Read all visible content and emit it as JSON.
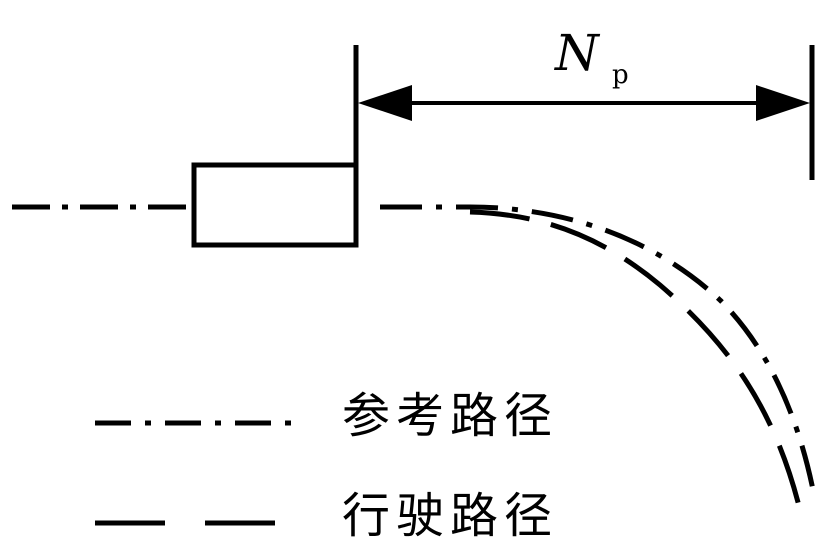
{
  "horizon_label": "N",
  "horizon_subscript": "p",
  "legend": [
    {
      "line_style": "dash-dot",
      "label": "参考路径"
    },
    {
      "line_style": "dashed",
      "label": "行驶路径"
    }
  ],
  "colors": {
    "stroke": "#000000",
    "background": "#ffffff"
  }
}
